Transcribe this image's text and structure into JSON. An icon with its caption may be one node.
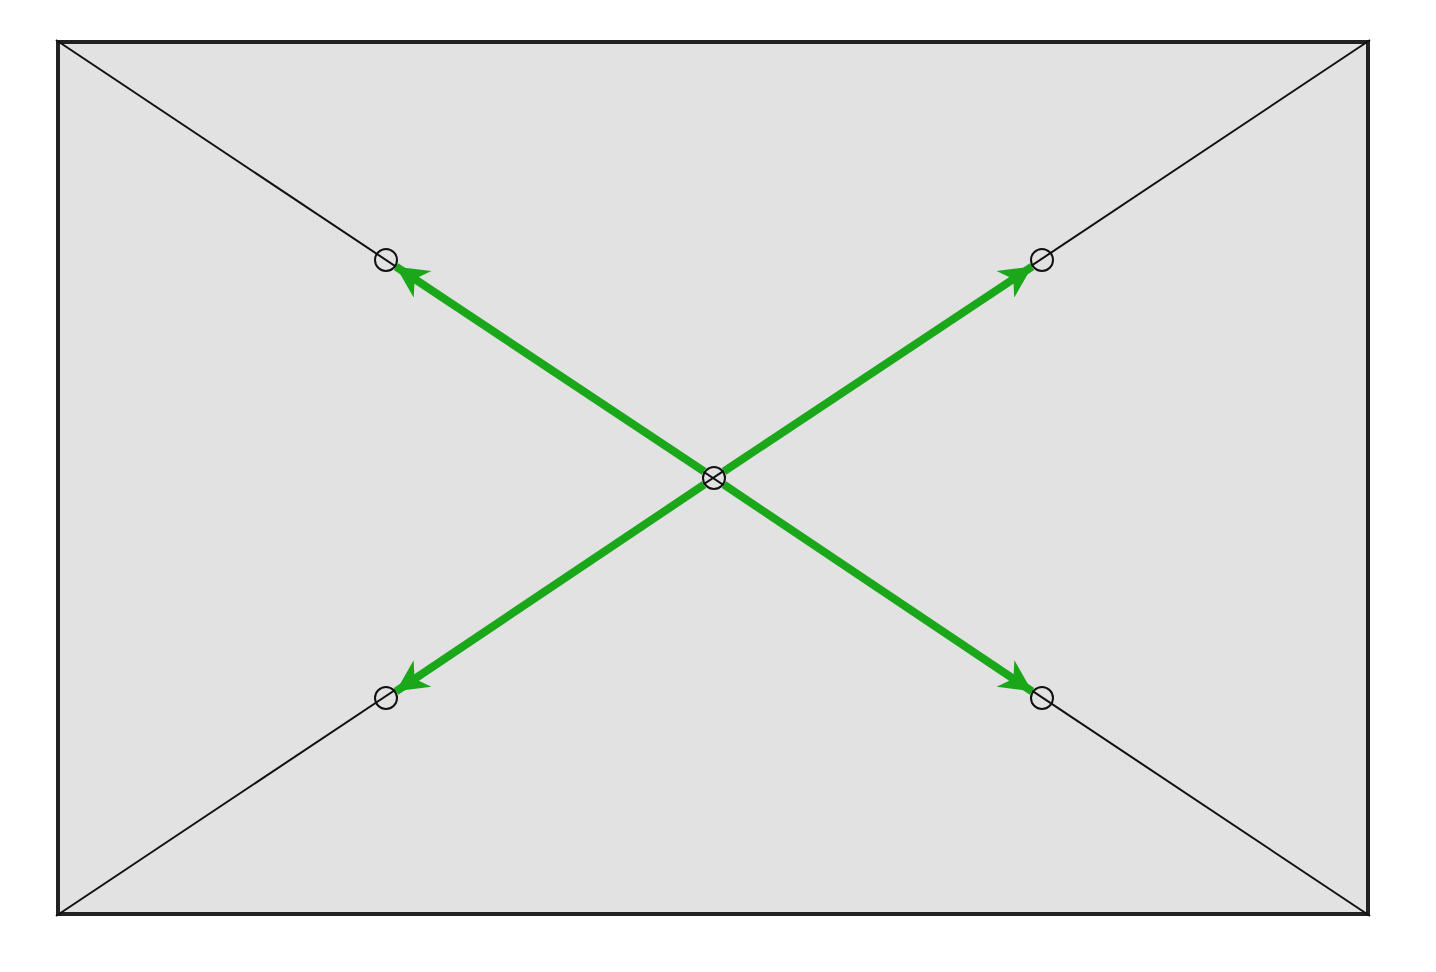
{
  "diagram": {
    "nodes": [
      {
        "text": [],
        "shape": "box"
      },
      {
        "text": [],
        "shape": "circle",
        "in": 0
      },
      {
        "text": [],
        "shape": "circle",
        "in": 0
      },
      {
        "text": [],
        "shape": "circle",
        "in": 0
      },
      {
        "text": [],
        "shape": "circle",
        "in": 0
      },
      {
        "text": [],
        "shape": "circle",
        "in": 0
      }
    ],
    "edges": [
      {
        "from": 3,
        "to": 1,
        "arrow": "to"
      },
      {
        "from": 3,
        "to": 2,
        "arrow": "to"
      },
      {
        "from": 3,
        "to": 4,
        "arrow": "to"
      },
      {
        "from": 3,
        "to": 5,
        "arrow": "to"
      }
    ]
  }
}
